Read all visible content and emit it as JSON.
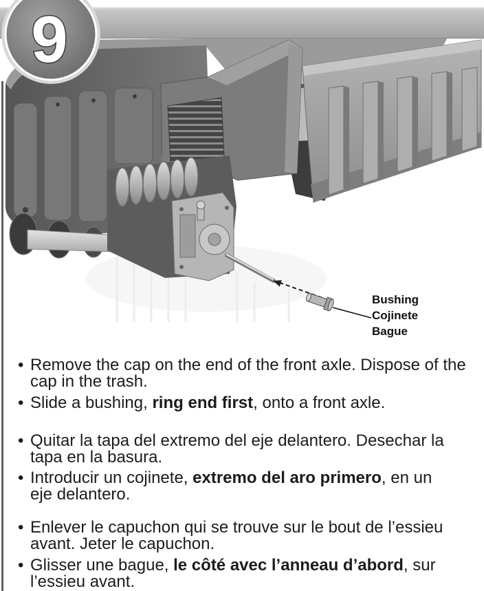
{
  "step": {
    "number": "9"
  },
  "bullet_symbol": "•",
  "illustration": {
    "part_label": {
      "english": "Bushing",
      "spanish": "Cojinete",
      "french": "Bague"
    }
  },
  "instructions": {
    "english": [
      {
        "line_1": "Remove the cap on the end of the front axle. Dispose of the",
        "line_2": "cap in the trash."
      },
      {
        "line_1_start": "Slide a bushing, ",
        "line_1_bold": "ring end first",
        "line_1_end": ", onto a front axle."
      }
    ],
    "spanish": [
      {
        "line_1": "Quitar la tapa del extremo del eje delantero. Desechar la",
        "line_2": "tapa en la basura."
      },
      {
        "line_1_start": "Introducir un cojinete, ",
        "line_1_bold": "extremo del aro primero",
        "line_1_end": ", en un",
        "line_2": "eje delantero."
      }
    ],
    "french": [
      {
        "line_1": "Enlever le capuchon qui se trouve sur le bout de l’essieu",
        "line_2": "avant. Jeter le capuchon."
      },
      {
        "line_1_start": "Glisser une bague, ",
        "line_1_bold": "le côté avec l’anneau d’abord",
        "line_1_end": ", sur",
        "line_2": "l’essieu avant."
      }
    ]
  },
  "colors": {
    "text": "#1c1c1c"
  }
}
